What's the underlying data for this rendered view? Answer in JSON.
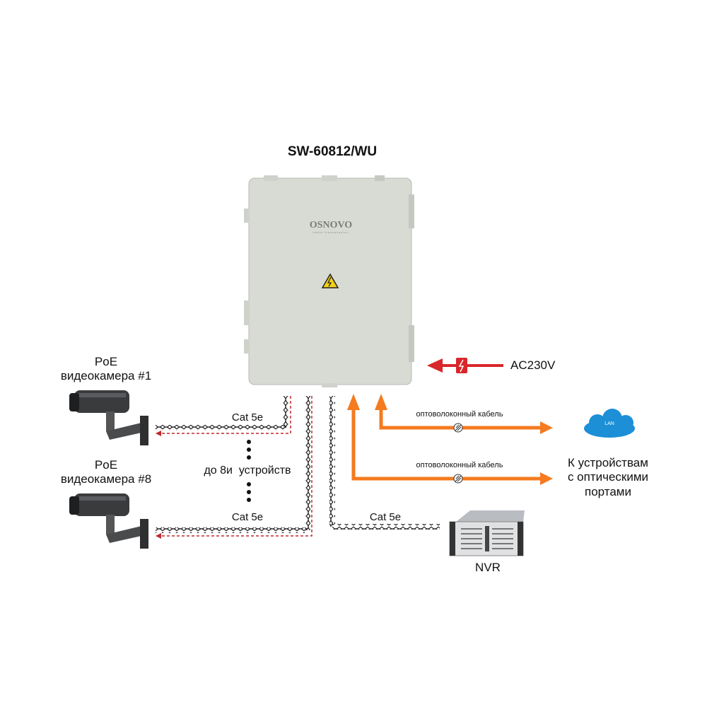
{
  "title": "SW-60812/WU",
  "box_brand": "OSNOVO",
  "box_brand_sub": "cable transmission",
  "power": "AC230V",
  "camera1": {
    "line1": "PoE",
    "line2": "видеокамера #1"
  },
  "camera8": {
    "line1": "PoE",
    "line2": "видеокамера #8"
  },
  "cable_labels": {
    "cam1": "Cat 5e",
    "cam8": "Cat 5e",
    "nvr": "Cat 5e"
  },
  "devices_note": "до 8и  устройств",
  "fiber1": "оптоволоконный кабель",
  "fiber2": "оптоволоконный кабель",
  "lan": "LAN",
  "optical_devices": {
    "line1": "К устройствам",
    "line2": "с оптическими",
    "line3": "портами"
  },
  "nvr": "NVR",
  "colors": {
    "orange": "#f47b20",
    "red": "#d9262a",
    "box": "#d8dbd4"
  }
}
